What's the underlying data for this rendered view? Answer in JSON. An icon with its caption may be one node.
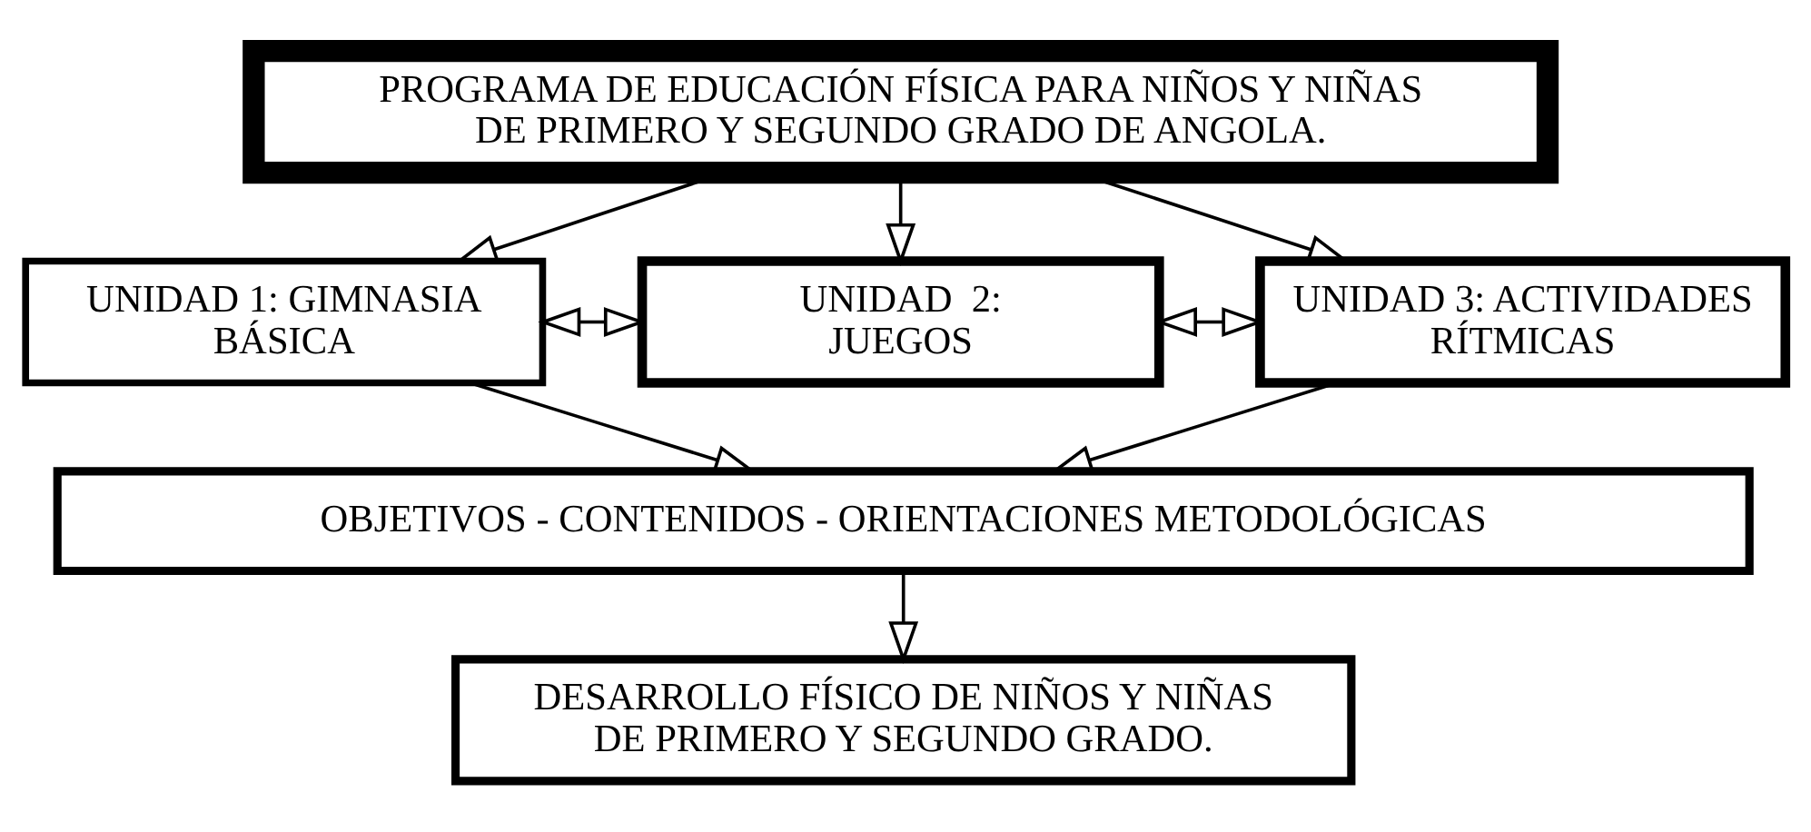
{
  "diagram": {
    "nodes": [
      {
        "text": [
          "PROGRAMA DE EDUCACIÓN FÍSICA PARA NIÑOS Y NIÑAS DE PRIMERO Y SEGUNDO GRADO DE ANGOLA."
        ]
      },
      {
        "text": [
          "UNIDAD 1: GIMNASIA BÁSICA"
        ]
      },
      {
        "text": [
          "UNIDAD  2: JUEGOS"
        ]
      },
      {
        "text": [
          "UNIDAD 3: ACTIVIDADES RÍTMICAS"
        ]
      },
      {
        "text": [
          "OBJETIVOS - CONTENIDOS - ORIENTACIONES METODOLÓGICAS"
        ]
      },
      {
        "text": [
          "DESARROLLO FÍSICO DE NIÑOS Y NIÑAS DE PRIMERO Y SEGUNDO GRADO."
        ]
      }
    ],
    "edges": [
      {
        "from": 0,
        "to": 1,
        "arrow": "to"
      },
      {
        "from": 0,
        "to": 2,
        "arrow": "to"
      },
      {
        "from": 0,
        "to": 3,
        "arrow": "to"
      },
      {
        "from": 1,
        "to": 2,
        "arrow": "both"
      },
      {
        "from": 2,
        "to": 3,
        "arrow": "both"
      },
      {
        "from": 1,
        "to": 4,
        "arrow": "to"
      },
      {
        "from": 3,
        "to": 4,
        "arrow": "to"
      },
      {
        "from": 4,
        "to": 5,
        "arrow": "to"
      }
    ]
  }
}
